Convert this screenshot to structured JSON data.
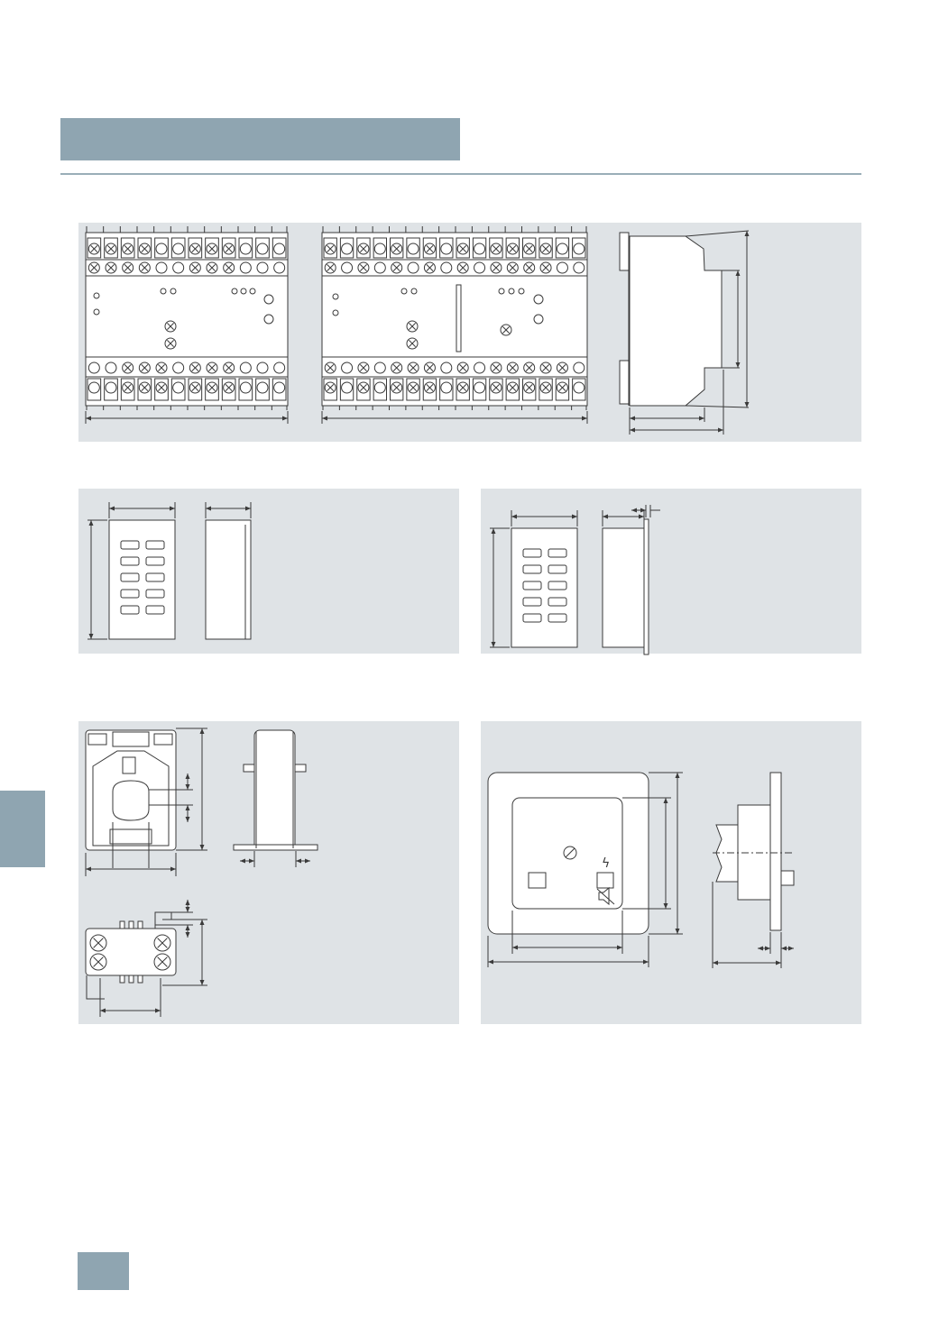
{
  "colors": {
    "accent": "#8fa5b1",
    "rule": "#9aaeb8",
    "panel": "#dfe3e6",
    "line": "#3a3a3a",
    "fill": "#ffffff"
  },
  "drawings": [
    {
      "id": "modular-housing-front-small",
      "icon": "relay-housing-icon"
    },
    {
      "id": "modular-housing-front-large",
      "icon": "relay-housing-icon"
    },
    {
      "id": "modular-housing-side",
      "icon": "din-rail-profile-icon"
    },
    {
      "id": "plug-in-module-a-front",
      "icon": "terminal-block-icon"
    },
    {
      "id": "plug-in-module-a-side",
      "icon": "housing-side-icon"
    },
    {
      "id": "plug-in-module-b-front",
      "icon": "terminal-block-icon"
    },
    {
      "id": "plug-in-module-b-side",
      "icon": "housing-side-icon"
    },
    {
      "id": "current-transformer-front",
      "icon": "transformer-icon"
    },
    {
      "id": "current-transformer-side",
      "icon": "transformer-icon"
    },
    {
      "id": "current-transformer-top",
      "icon": "transformer-icon"
    },
    {
      "id": "test-panel-front",
      "icon": "test-panel-icon"
    },
    {
      "id": "test-panel-side",
      "icon": "panel-mount-icon"
    }
  ],
  "symbols": {
    "flash": "ϟ",
    "mute": "🔇"
  }
}
